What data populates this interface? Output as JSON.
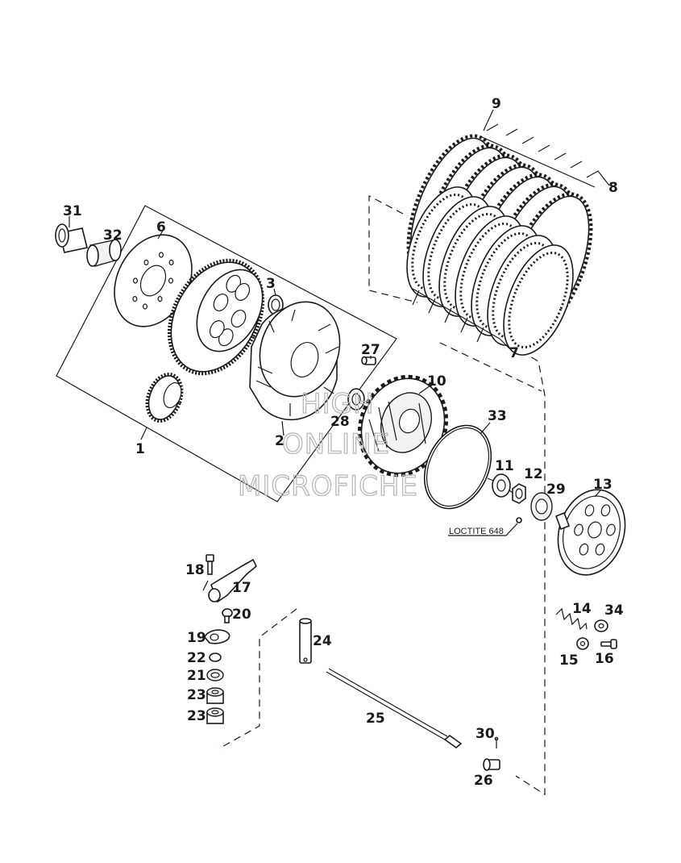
{
  "callouts": {
    "c1": "1",
    "c2": "2",
    "c3": "3",
    "c6": "6",
    "c7": "7",
    "c8": "8",
    "c9": "9",
    "c10": "10",
    "c11": "11",
    "c12": "12",
    "c13": "13",
    "c14": "14",
    "c15": "15",
    "c16": "16",
    "c17": "17",
    "c18": "18",
    "c19": "19",
    "c20": "20",
    "c21": "21",
    "c22": "22",
    "c23a": "23",
    "c23b": "23",
    "c24": "24",
    "c25": "25",
    "c26": "26",
    "c27": "27",
    "c28": "28",
    "c29": "29",
    "c30": "30",
    "c31": "31",
    "c32": "32",
    "c33": "33",
    "c34": "34"
  },
  "note": {
    "loctite": "LOCTITE 648"
  },
  "watermark": {
    "line1": "HIGH",
    "line2": "ONLINE",
    "line3": "MICROFICHE"
  }
}
